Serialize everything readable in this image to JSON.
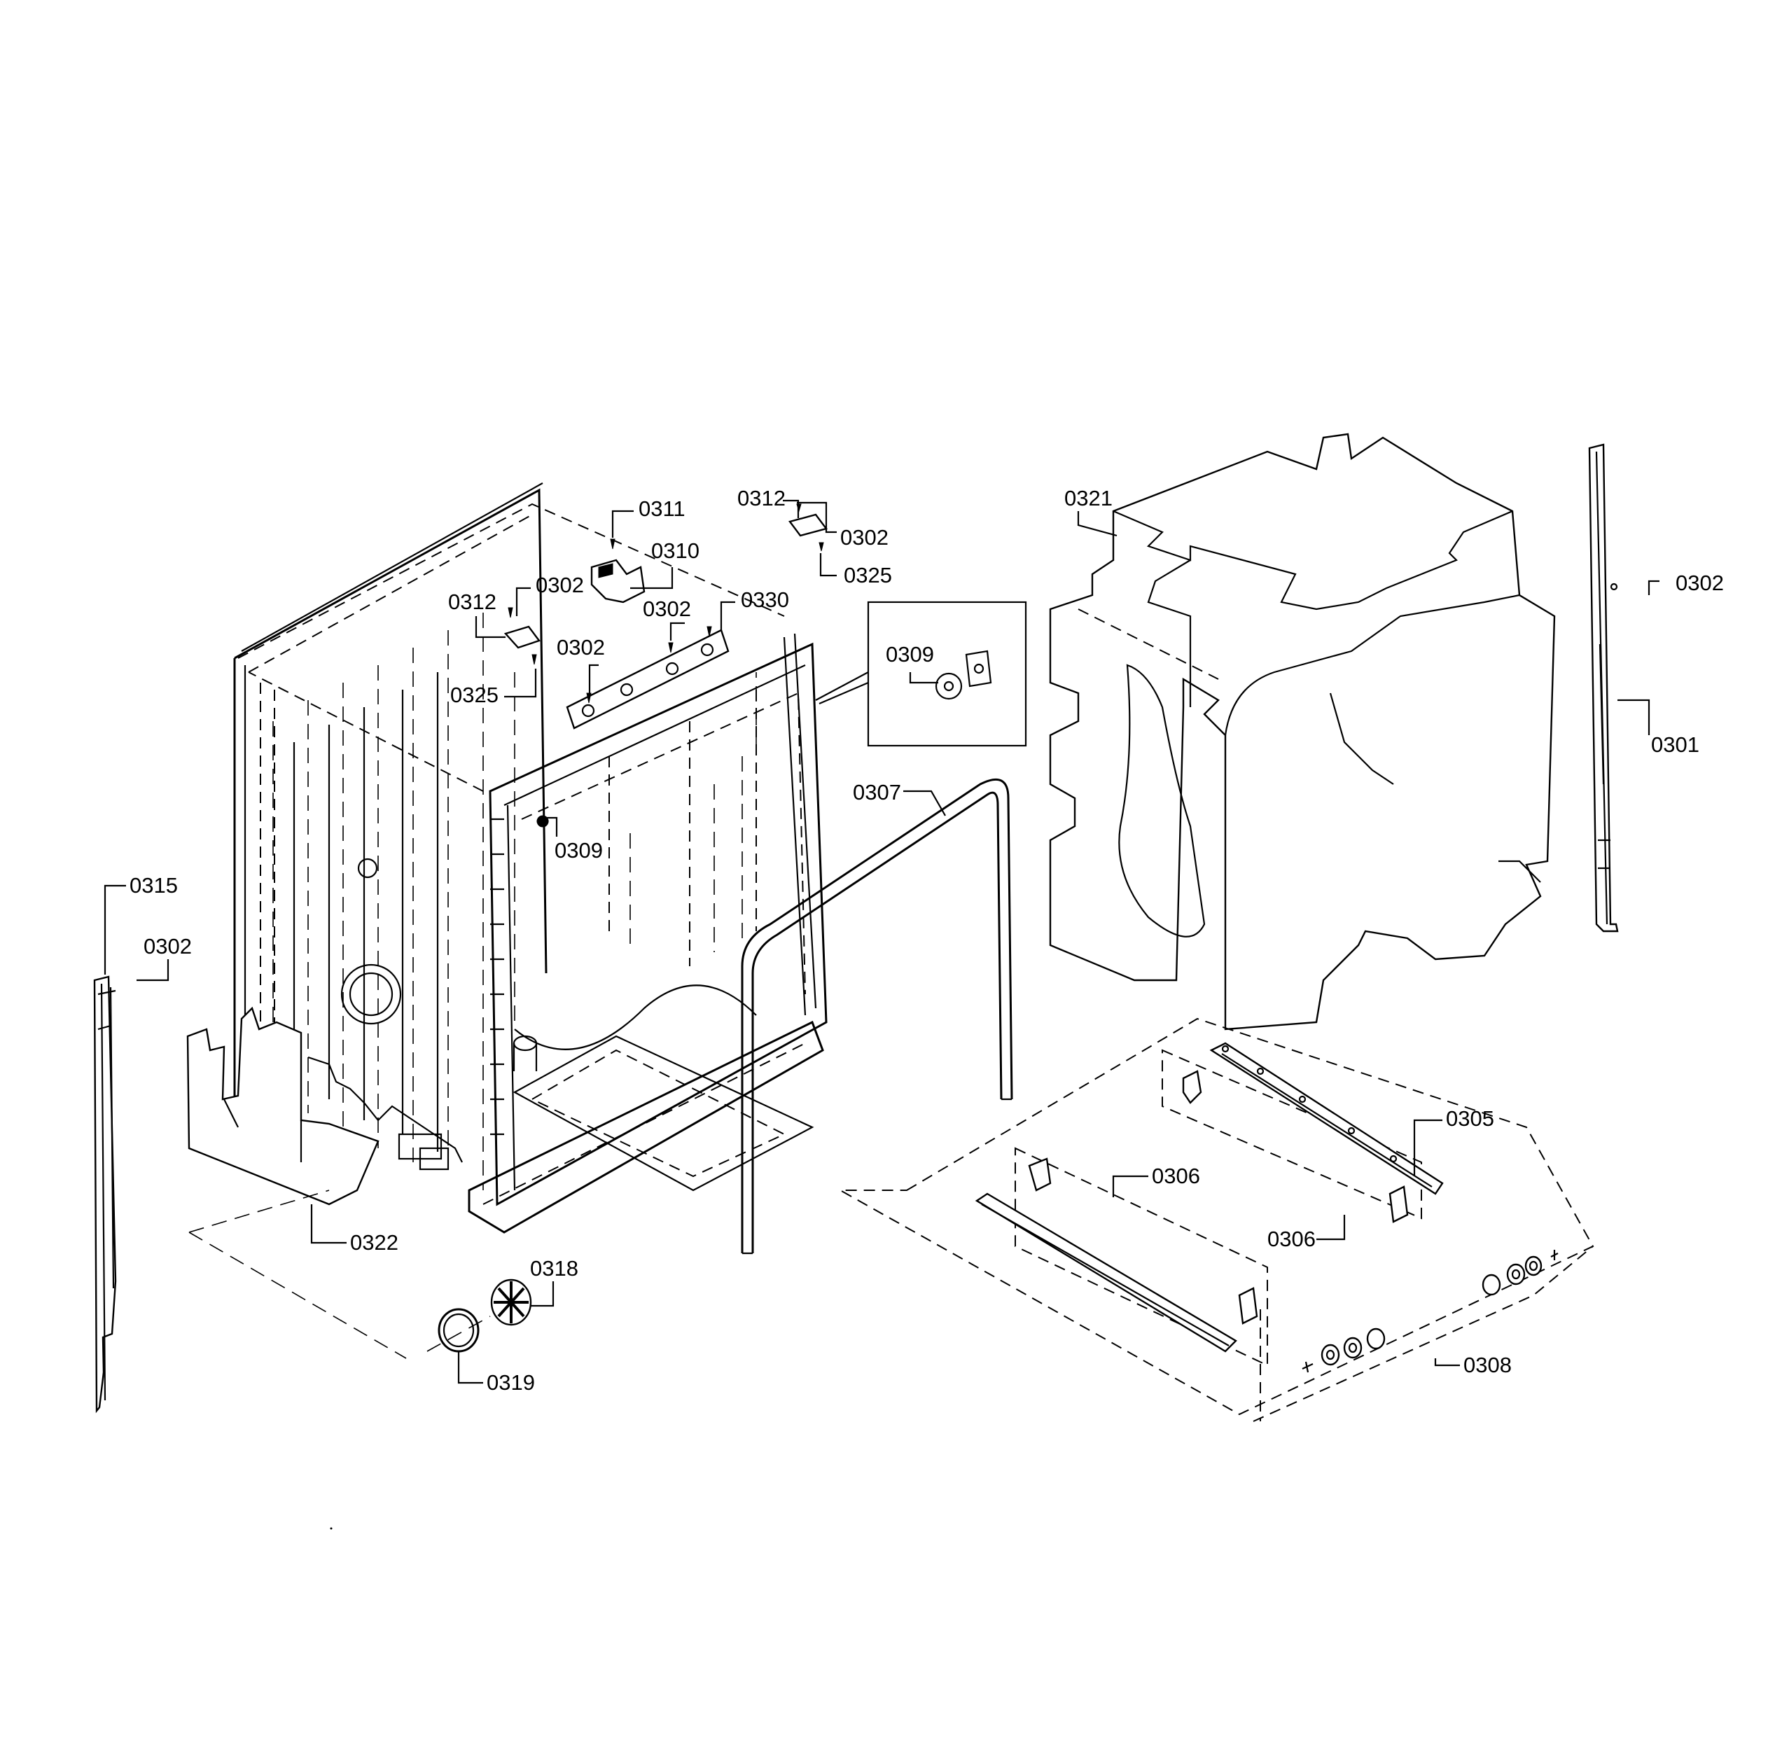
{
  "callouts": [
    {
      "id": "c0311",
      "label": "0311"
    },
    {
      "id": "c0310",
      "label": "0310"
    },
    {
      "id": "c0312a",
      "label": "0312"
    },
    {
      "id": "c0302a",
      "label": "0302"
    },
    {
      "id": "c0325a",
      "label": "0325"
    },
    {
      "id": "c0302b",
      "label": "0302"
    },
    {
      "id": "c0330",
      "label": "0330"
    },
    {
      "id": "c0302c",
      "label": "0302"
    },
    {
      "id": "c0312b",
      "label": "0312"
    },
    {
      "id": "c0302d",
      "label": "0302"
    },
    {
      "id": "c0325b",
      "label": "0325"
    },
    {
      "id": "c0309a",
      "label": "0309"
    },
    {
      "id": "c0321",
      "label": "0321"
    },
    {
      "id": "c0302e",
      "label": "0302"
    },
    {
      "id": "c0301",
      "label": "0301"
    },
    {
      "id": "c0307",
      "label": "0307"
    },
    {
      "id": "c0309b",
      "label": "0309"
    },
    {
      "id": "c0315",
      "label": "0315"
    },
    {
      "id": "c0302f",
      "label": "0302"
    },
    {
      "id": "c0322",
      "label": "0322"
    },
    {
      "id": "c0318",
      "label": "0318"
    },
    {
      "id": "c0319",
      "label": "0319"
    },
    {
      "id": "c0305",
      "label": "0305"
    },
    {
      "id": "c0306a",
      "label": "0306"
    },
    {
      "id": "c0306b",
      "label": "0306"
    },
    {
      "id": "c0308",
      "label": "0308"
    }
  ]
}
